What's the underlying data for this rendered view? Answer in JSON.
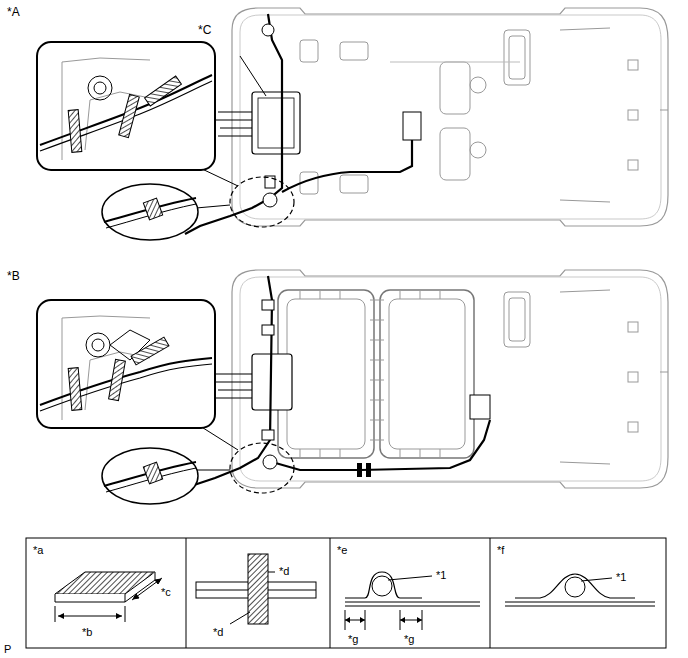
{
  "diagram": {
    "labels": [
      "*A",
      "*C",
      "*B",
      "*a",
      "*b",
      "*c",
      "*d",
      "*d",
      "*e",
      "*1",
      "*g",
      "*g",
      "*f",
      "*1",
      "P"
    ]
  }
}
